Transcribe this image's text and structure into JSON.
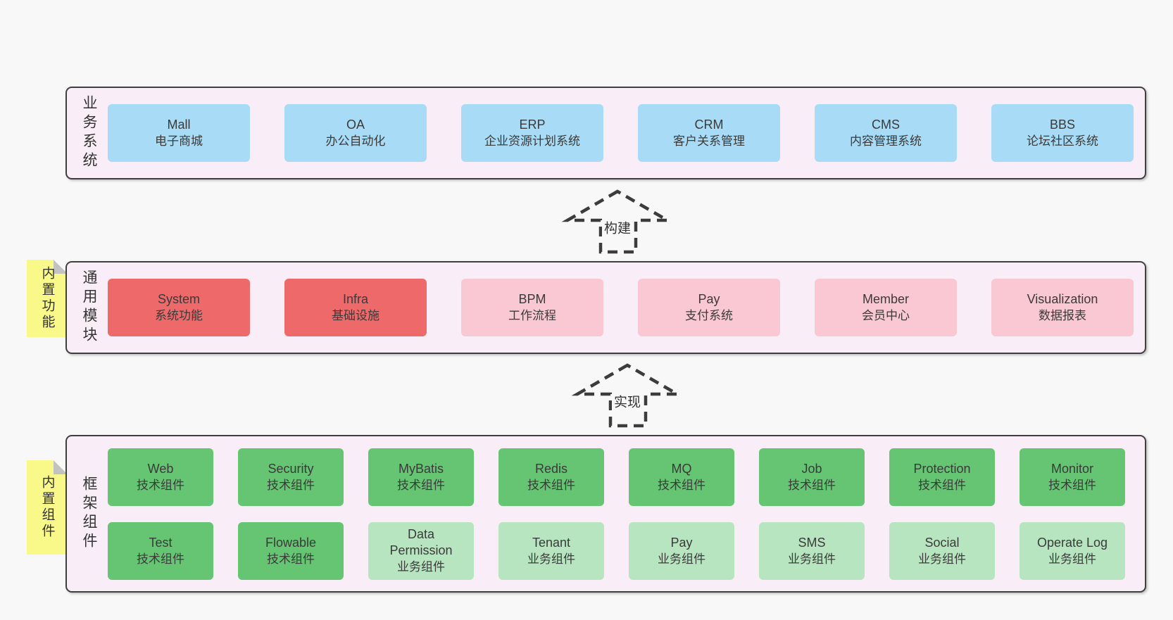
{
  "colors": {
    "layer_bg": "#f9eef8",
    "blue": "#a8dbf5",
    "red": "#ee6a6a",
    "pink": "#f9c8d2",
    "green": "#65c573",
    "lightgreen": "#b7e5bf",
    "note_yellow": "#f9f98a"
  },
  "notes": [
    {
      "label": "内置功能"
    },
    {
      "label": "内置组件"
    }
  ],
  "arrows": [
    {
      "label": "构建"
    },
    {
      "label": "实现"
    }
  ],
  "layers": [
    {
      "label": "业务系统",
      "rows": [
        [
          {
            "title": "Mall",
            "subtitle": "电子商城",
            "color": "blue"
          },
          {
            "title": "OA",
            "subtitle": "办公自动化",
            "color": "blue"
          },
          {
            "title": "ERP",
            "subtitle": "企业资源计划系统",
            "color": "blue"
          },
          {
            "title": "CRM",
            "subtitle": "客户关系管理",
            "color": "blue"
          },
          {
            "title": "CMS",
            "subtitle": "内容管理系统",
            "color": "blue"
          },
          {
            "title": "BBS",
            "subtitle": "论坛社区系统",
            "color": "blue"
          }
        ]
      ]
    },
    {
      "label": "通用模块",
      "rows": [
        [
          {
            "title": "System",
            "subtitle": "系统功能",
            "color": "red"
          },
          {
            "title": "Infra",
            "subtitle": "基础设施",
            "color": "red"
          },
          {
            "title": "BPM",
            "subtitle": "工作流程",
            "color": "pink"
          },
          {
            "title": "Pay",
            "subtitle": "支付系统",
            "color": "pink"
          },
          {
            "title": "Member",
            "subtitle": "会员中心",
            "color": "pink"
          },
          {
            "title": "Visualization",
            "subtitle": "数据报表",
            "color": "pink"
          }
        ]
      ]
    },
    {
      "label": "框架组件",
      "rows": [
        [
          {
            "title": "Web",
            "subtitle": "技术组件",
            "color": "green"
          },
          {
            "title": "Security",
            "subtitle": "技术组件",
            "color": "green"
          },
          {
            "title": "MyBatis",
            "subtitle": "技术组件",
            "color": "green"
          },
          {
            "title": "Redis",
            "subtitle": "技术组件",
            "color": "green"
          },
          {
            "title": "MQ",
            "subtitle": "技术组件",
            "color": "green"
          },
          {
            "title": "Job",
            "subtitle": "技术组件",
            "color": "green"
          },
          {
            "title": "Protection",
            "subtitle": "技术组件",
            "color": "green"
          },
          {
            "title": "Monitor",
            "subtitle": "技术组件",
            "color": "green"
          }
        ],
        [
          {
            "title": "Test",
            "subtitle": "技术组件",
            "color": "green"
          },
          {
            "title": "Flowable",
            "subtitle": "技术组件",
            "color": "green"
          },
          {
            "title": "Data Permission",
            "subtitle": "业务组件",
            "color": "lightgreen"
          },
          {
            "title": "Tenant",
            "subtitle": "业务组件",
            "color": "lightgreen"
          },
          {
            "title": "Pay",
            "subtitle": "业务组件",
            "color": "lightgreen"
          },
          {
            "title": "SMS",
            "subtitle": "业务组件",
            "color": "lightgreen"
          },
          {
            "title": "Social",
            "subtitle": "业务组件",
            "color": "lightgreen"
          },
          {
            "title": "Operate Log",
            "subtitle": "业务组件",
            "color": "lightgreen"
          }
        ]
      ]
    }
  ]
}
